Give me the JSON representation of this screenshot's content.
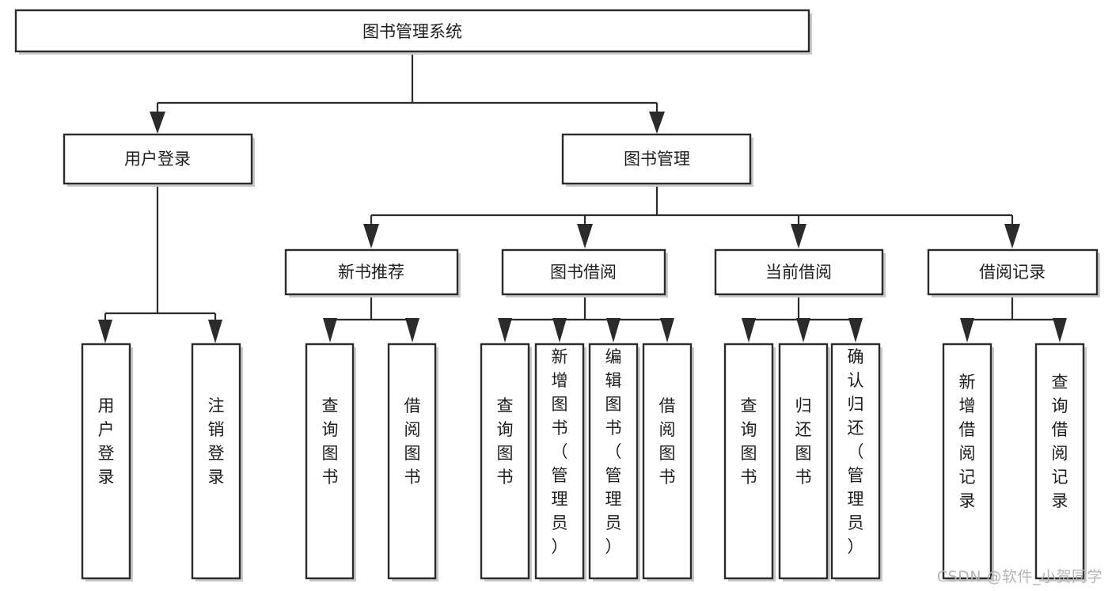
{
  "diagram": {
    "type": "tree-hierarchy",
    "title": "图书管理系统",
    "watermark": "CSDN @软件_小贺同学",
    "colors": {
      "box_fill": "#ffffff",
      "box_stroke": "#2b2b2b",
      "text": "#1d1d1d",
      "shadow": "#c9c9c9",
      "watermark": "#b5b5b5",
      "background": "#ffffff"
    },
    "root": {
      "id": "root",
      "label": "图书管理系统",
      "orientation": "horizontal"
    },
    "level2": [
      {
        "id": "user-login",
        "label": "用户登录",
        "orientation": "horizontal"
      },
      {
        "id": "book-management",
        "label": "图书管理",
        "orientation": "horizontal"
      }
    ],
    "level3": [
      {
        "id": "new-book-recommend",
        "label": "新书推荐",
        "parent": "book-management",
        "orientation": "horizontal"
      },
      {
        "id": "book-borrow",
        "label": "图书借阅",
        "parent": "book-management",
        "orientation": "horizontal"
      },
      {
        "id": "current-borrow",
        "label": "当前借阅",
        "parent": "book-management",
        "orientation": "horizontal"
      },
      {
        "id": "borrow-record",
        "label": "借阅记录",
        "parent": "book-management",
        "orientation": "horizontal"
      }
    ],
    "leaves": [
      {
        "id": "leaf-user-login",
        "label": "用户登录",
        "parent": "user-login",
        "orientation": "vertical"
      },
      {
        "id": "leaf-user-logout",
        "label": "注销登录",
        "parent": "user-login",
        "orientation": "vertical"
      },
      {
        "id": "leaf-query-book-1",
        "label": "查询图书",
        "parent": "new-book-recommend",
        "orientation": "vertical"
      },
      {
        "id": "leaf-borrow-book-1",
        "label": "借阅图书",
        "parent": "new-book-recommend",
        "orientation": "vertical"
      },
      {
        "id": "leaf-query-book-2",
        "label": "查询图书",
        "parent": "book-borrow",
        "orientation": "vertical"
      },
      {
        "id": "leaf-add-book",
        "label": "新增图书（管理员）",
        "parent": "book-borrow",
        "orientation": "vertical"
      },
      {
        "id": "leaf-edit-book",
        "label": "编辑图书（管理员）",
        "parent": "book-borrow",
        "orientation": "vertical"
      },
      {
        "id": "leaf-borrow-book-2",
        "label": "借阅图书",
        "parent": "book-borrow",
        "orientation": "vertical"
      },
      {
        "id": "leaf-query-book-3",
        "label": "查询图书",
        "parent": "current-borrow",
        "orientation": "vertical"
      },
      {
        "id": "leaf-return-book",
        "label": "归还图书",
        "parent": "current-borrow",
        "orientation": "vertical"
      },
      {
        "id": "leaf-confirm-return",
        "label": "确认归还（管理员）",
        "parent": "current-borrow",
        "orientation": "vertical"
      },
      {
        "id": "leaf-add-record",
        "label": "新增借阅记录",
        "parent": "borrow-record",
        "orientation": "vertical"
      },
      {
        "id": "leaf-query-record",
        "label": "查询借阅记录",
        "parent": "borrow-record",
        "orientation": "vertical"
      }
    ]
  }
}
